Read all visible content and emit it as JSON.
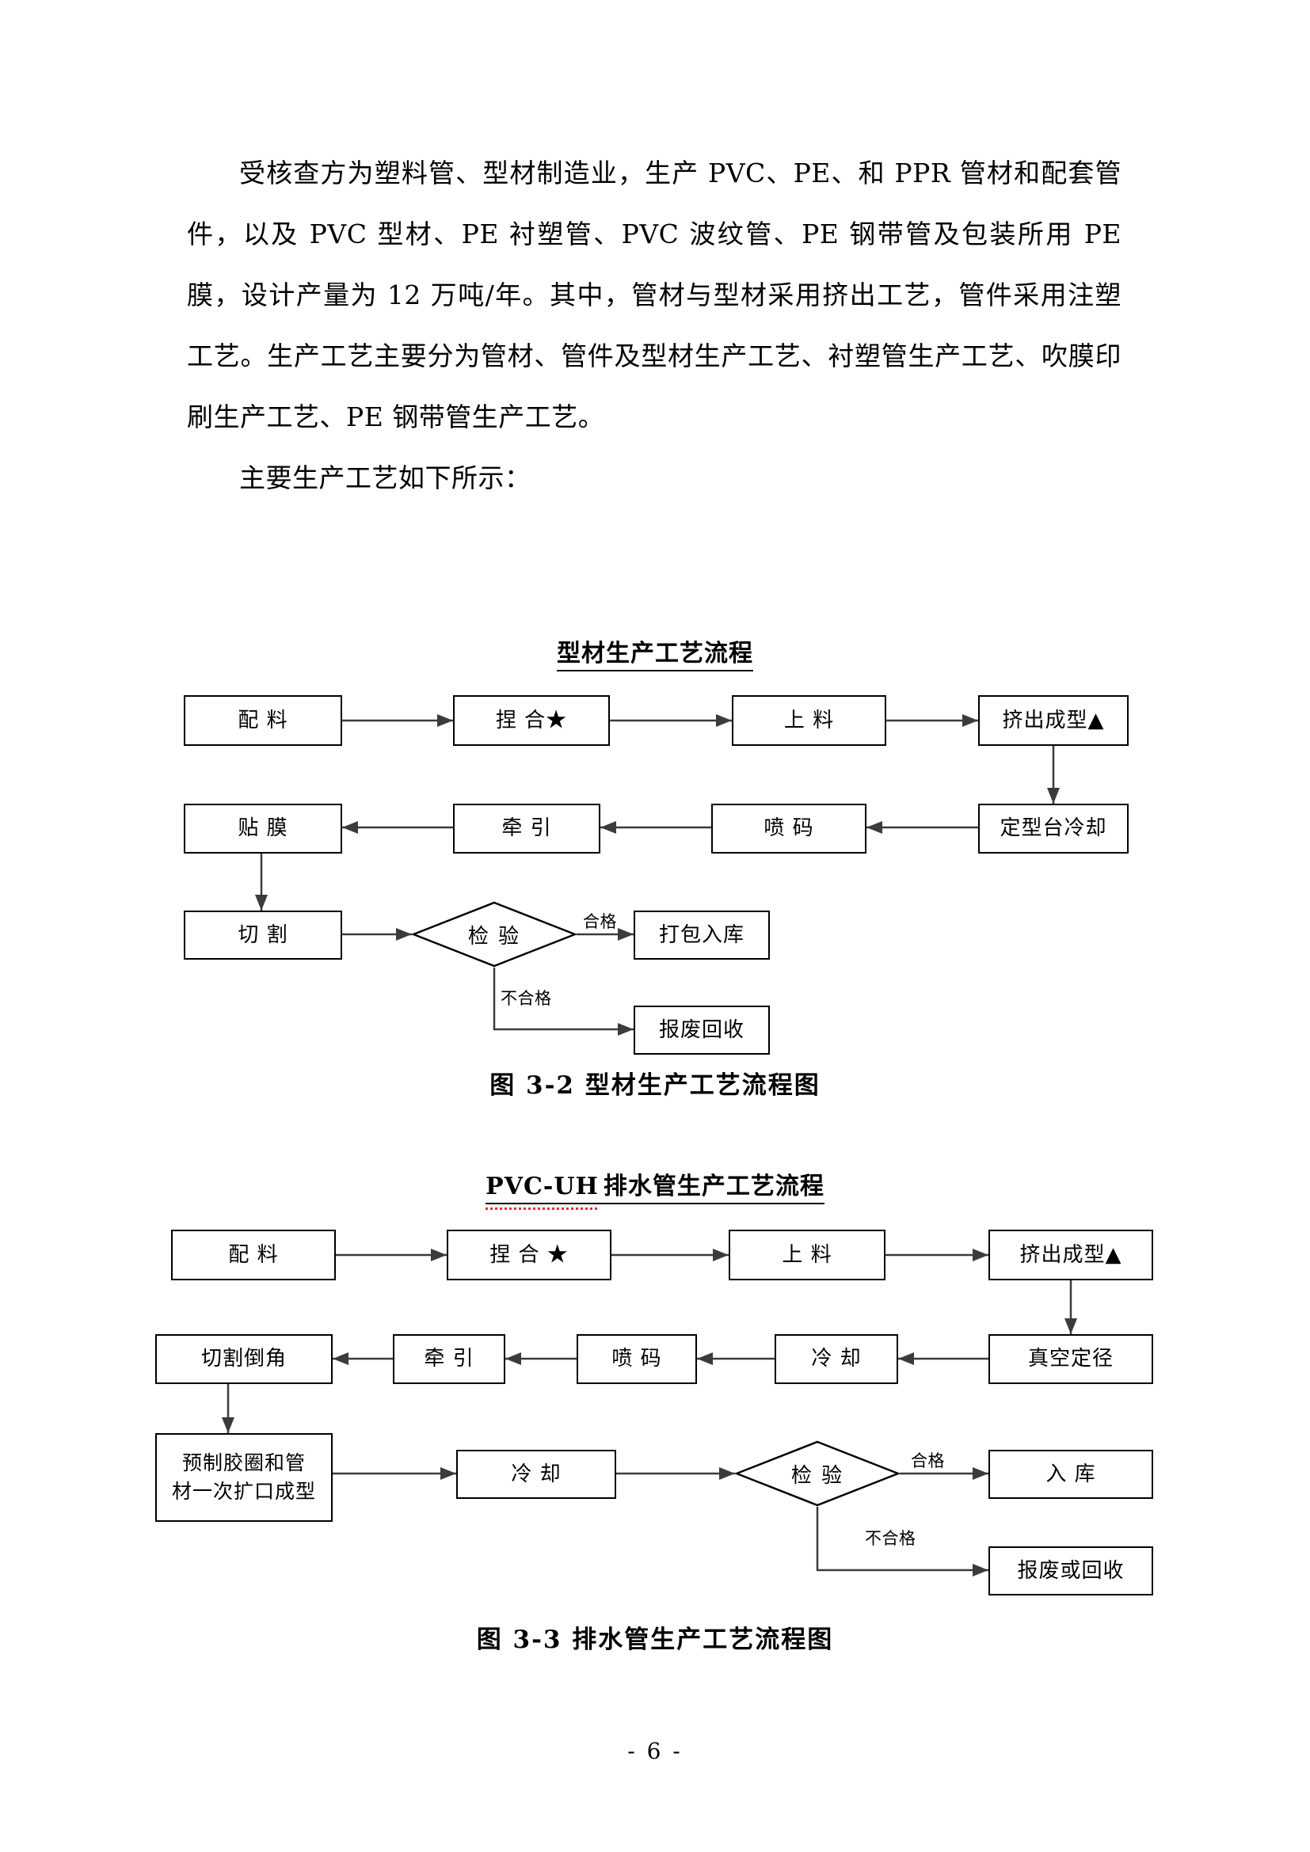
{
  "document": {
    "page_number": "- 6 -",
    "paragraphs": [
      "受核查方为塑料管、型材制造业，生产 PVC、PE、和 PPR 管材和配套管件，以及 PVC 型材、PE 衬塑管、PVC 波纹管、PE 钢带管及包装所用 PE 膜，设计产量为 12 万吨/年。其中，管材与型材采用挤出工艺，管件采用注塑工艺。生产工艺主要分为管材、管件及型材生产工艺、衬塑管生产工艺、吹膜印刷生产工艺、PE 钢带管生产工艺。",
      "主要生产工艺如下所示："
    ]
  },
  "figure1": {
    "title": "型材生产工艺流程",
    "caption": "图 3-2  型材生产工艺流程图",
    "nodes": {
      "n1": "配  料",
      "n2": "捏 合★",
      "n3": "上  料",
      "n4": "挤出成型▲",
      "n5": "定型台冷却",
      "n6": "喷  码",
      "n7": "牵  引",
      "n8": "贴  膜",
      "n9": "切  割",
      "n10": "检  验",
      "n11": "打包入库",
      "n12": "报废回收"
    },
    "edge_labels": {
      "pass": "合格",
      "fail": "不合格"
    }
  },
  "figure2": {
    "title_en": "PVC-UH",
    "title_cn": "排水管生产工艺流程",
    "caption": "图 3-3  排水管生产工艺流程图",
    "nodes": {
      "n1": "配  料",
      "n2": "捏 合 ★",
      "n3": "上  料",
      "n4": "挤出成型▲",
      "n5": "真空定径",
      "n6": "冷  却",
      "n7": "喷  码",
      "n8": "牵  引",
      "n9": "切割倒角",
      "n10a": "预制胶圈和管",
      "n10b": "材一次扩口成型",
      "n11": "冷  却",
      "n12": "检  验",
      "n13": "入  库",
      "n14": "报废或回收"
    },
    "edge_labels": {
      "pass": "合格",
      "fail": "不合格"
    }
  }
}
